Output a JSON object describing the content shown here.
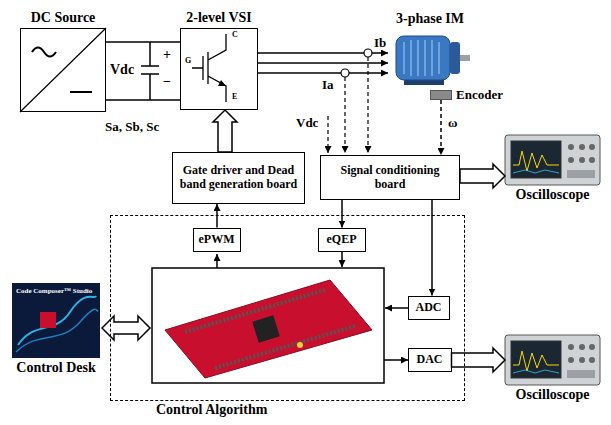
{
  "diagram": {
    "nodes": [
      {
        "text": [
          "DC Source"
        ]
      },
      {
        "text": [
          "2-level VSI"
        ]
      },
      {
        "text": [
          "3-phase IM"
        ]
      },
      {
        "text": [
          "Encoder"
        ]
      },
      {
        "text": [
          "Gate driver and Dead band generation board"
        ]
      },
      {
        "text": [
          "Signal conditioning board"
        ]
      },
      {
        "text": [
          "Oscilloscope"
        ]
      },
      {
        "text": [
          "Control Algorithm"
        ]
      },
      {
        "text": [
          "ePWM"
        ],
        "in": 7
      },
      {
        "text": [
          "eQEP"
        ],
        "in": 7
      },
      {
        "text": [
          "Control Desk"
        ]
      },
      {
        "text": [
          "ADC"
        ],
        "in": 7
      },
      {
        "text": [
          "DAC"
        ],
        "in": 7
      },
      {
        "text": [
          "Oscilloscope"
        ]
      }
    ],
    "edges": [
      {
        "from": 0,
        "to": 1,
        "arrow": "none"
      },
      {
        "from": 1,
        "to": 2,
        "arrow": "to"
      },
      {
        "from": 4,
        "to": 1,
        "label": "Sa, Sb, Sc",
        "arrow": "to"
      },
      {
        "from": 3,
        "to": 5,
        "label": "ω",
        "arrow": "to"
      },
      {
        "from": 5,
        "to": 6,
        "arrow": "to"
      },
      {
        "from": 8,
        "to": 4,
        "arrow": "to"
      },
      {
        "from": 5,
        "to": 9,
        "arrow": "to"
      },
      {
        "from": 5,
        "to": 11,
        "arrow": "to"
      },
      {
        "from": 12,
        "to": 13,
        "arrow": "to"
      }
    ],
    "labels": [
      "Vdc",
      "+",
      "−",
      "C",
      "G",
      "E",
      "Ib",
      "Ia",
      "Vdc",
      "Code Composer™ Studio"
    ]
  }
}
